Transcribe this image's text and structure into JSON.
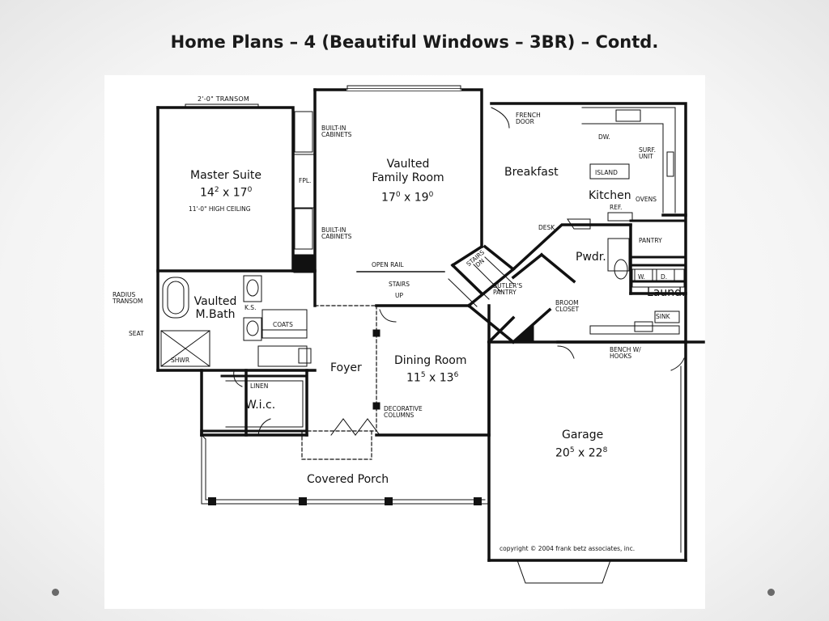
{
  "slide": {
    "title": "Home Plans – 4 (Beautiful Windows – 3BR) –  Contd."
  },
  "plan": {
    "rooms": {
      "master_suite": {
        "name": "Master Suite",
        "w": "14",
        "w_sup": "2",
        "l": "17",
        "l_sup": "0",
        "note": "11'-0\" HIGH CEILING"
      },
      "family_room": {
        "line1": "Vaulted",
        "line2": "Family Room",
        "w": "17",
        "w_sup": "0",
        "l": "19",
        "l_sup": "0"
      },
      "breakfast": {
        "name": "Breakfast"
      },
      "kitchen": {
        "name": "Kitchen"
      },
      "powder": {
        "name": "Pwdr."
      },
      "laundry": {
        "name": "Laund."
      },
      "master_bath": {
        "line1": "Vaulted",
        "line2": "M.Bath"
      },
      "foyer": {
        "name": "Foyer"
      },
      "dining_room": {
        "name": "Dining Room",
        "w": "11",
        "w_sup": "5",
        "l": "13",
        "l_sup": "6"
      },
      "wic": {
        "name": "W.i.c."
      },
      "covered_porch": {
        "name": "Covered Porch"
      },
      "garage": {
        "name": "Garage",
        "w": "20",
        "w_sup": "5",
        "l": "22",
        "l_sup": "8"
      }
    },
    "notes": {
      "transom": "2'-0\" TRANSOM",
      "built_in_top_1": "BUILT-IN",
      "built_in_top_2": "CABINETS",
      "fpl": "FPL.",
      "built_in_bot_1": "BUILT-IN",
      "built_in_bot_2": "CABINETS",
      "french_door_1": "FRENCH",
      "french_door_2": "DOOR",
      "dw": "DW.",
      "surf_unit_1": "SURF.",
      "surf_unit_2": "UNIT",
      "island": "ISLAND",
      "ovens": "OVENS",
      "ref": "REF.",
      "desk": "DESK",
      "pantry": "PANTRY",
      "open_rail": "OPEN RAIL",
      "stairs_dn_1": "STAIRS",
      "stairs_dn_2": "DN",
      "stairs_up_1": "STAIRS",
      "stairs_up_2": "UP",
      "butlers_pantry_1": "BUTLER'S",
      "butlers_pantry_2": "PANTRY",
      "broom_closet_1": "BROOM",
      "broom_closet_2": "CLOSET",
      "w": "W.",
      "d": "D.",
      "sink": "SINK",
      "bench_1": "BENCH W/",
      "bench_2": "HOOKS",
      "radius_transom_1": "RADIUS",
      "radius_transom_2": "TRANSOM",
      "seat": "SEAT",
      "ks": "K.S.",
      "coats": "COATS",
      "shwr": "SHWR",
      "linen": "LINEN",
      "decorative_columns_1": "DECORATIVE",
      "decorative_columns_2": "COLUMNS",
      "copyright": "copyright  ©  2004 frank betz associates, inc."
    }
  }
}
